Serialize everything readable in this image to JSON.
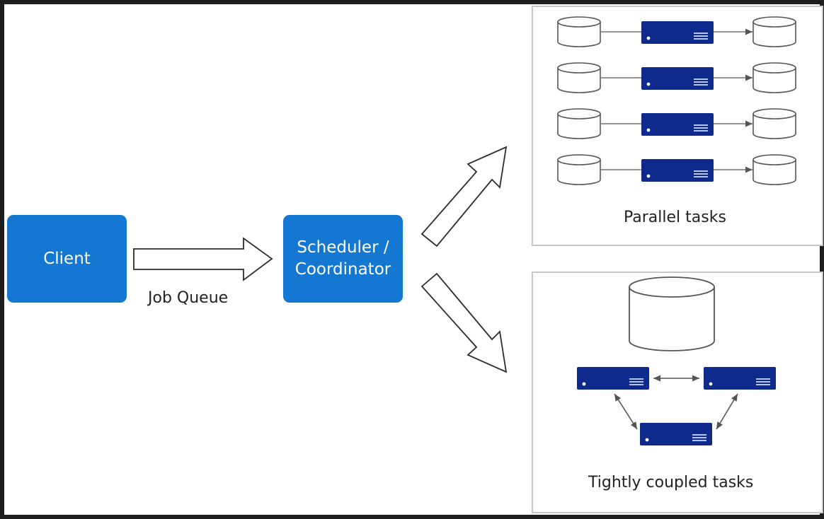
{
  "client": {
    "label": "Client"
  },
  "scheduler": {
    "line1": "Scheduler /",
    "line2": "Coordinator"
  },
  "job_queue": {
    "label": "Job Queue"
  },
  "parallel": {
    "caption": "Parallel tasks",
    "lanes": 4
  },
  "coupled": {
    "caption": "Tightly coupled tasks"
  },
  "colors": {
    "box_blue": "#1478d2",
    "server_navy": "#0d2a8c",
    "panel_border": "#c8c8c8",
    "connector": "#707070"
  }
}
